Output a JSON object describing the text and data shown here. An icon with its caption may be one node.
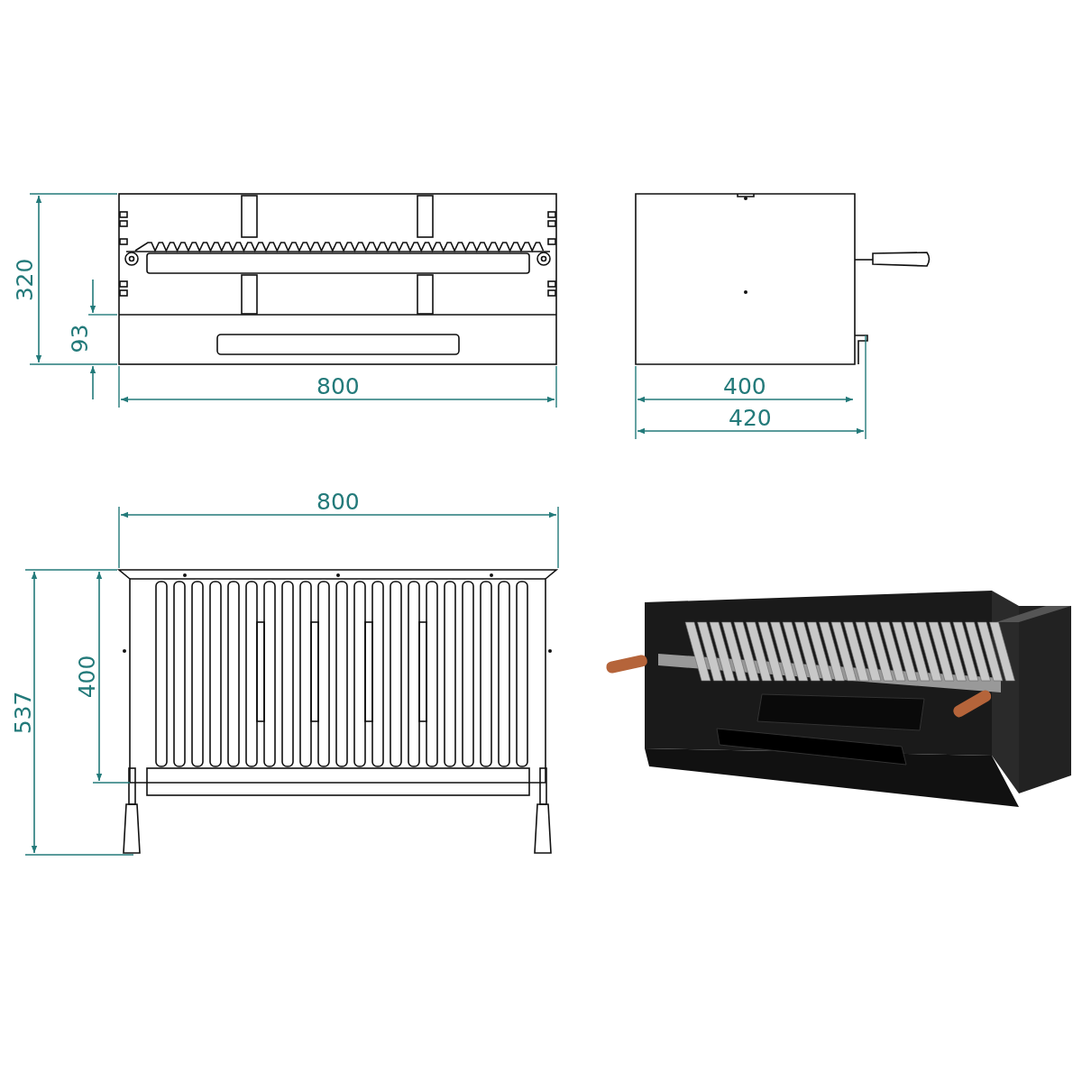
{
  "diagram": {
    "labels": [
      "320",
      "93",
      "800",
      "400",
      "420",
      "800",
      "400",
      "537"
    ]
  }
}
